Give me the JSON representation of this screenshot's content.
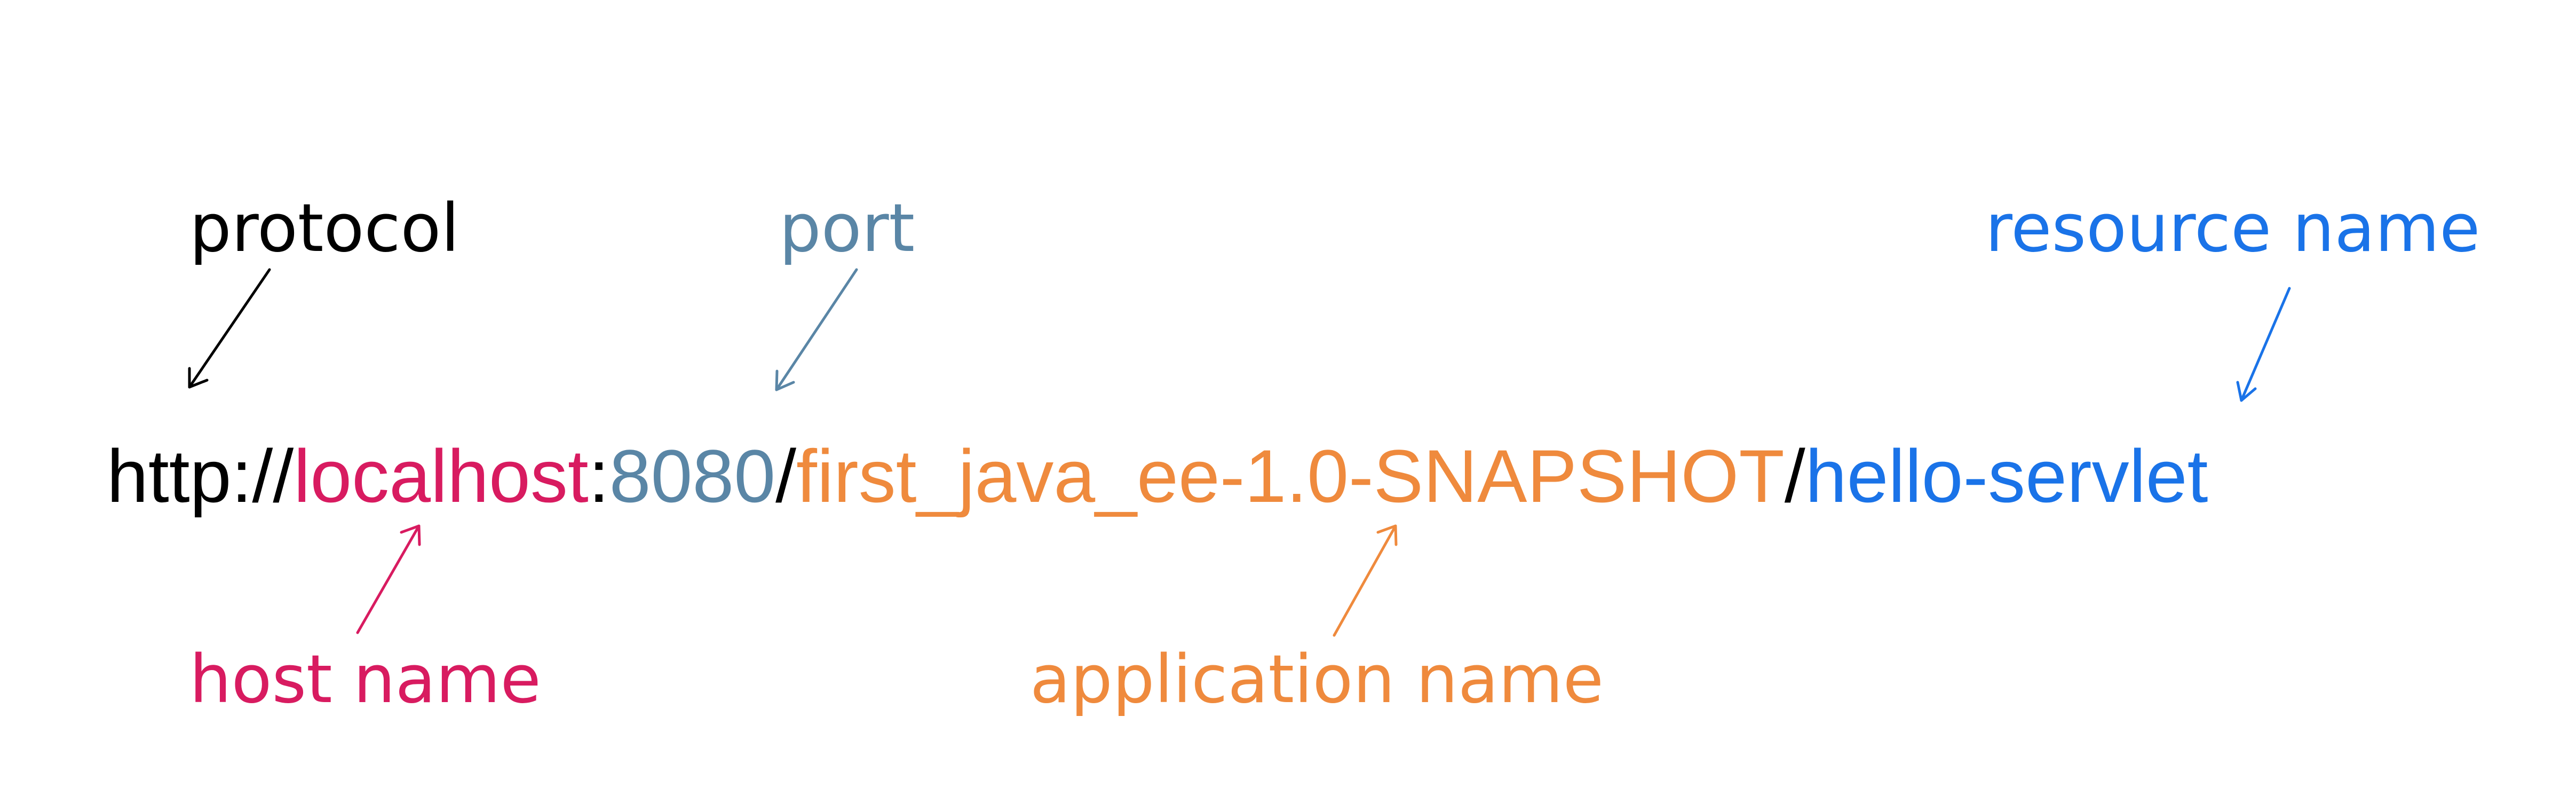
{
  "url": {
    "scheme": "http://",
    "host": "localhost",
    "colon": ":",
    "port": "8080",
    "slash1": "/",
    "app": "first_java_ee-1.0-SNAPSHOT",
    "slash2": "/",
    "resource": "hello-servlet"
  },
  "labels": {
    "protocol": "protocol",
    "port": "port",
    "resource_name": "resource name",
    "host_name": "host name",
    "application_name": "application name"
  },
  "colors": {
    "protocol": "#000000",
    "host": "#d81b60",
    "port": "#5a86a6",
    "application": "#ef8a3d",
    "resource": "#1a73e8"
  }
}
